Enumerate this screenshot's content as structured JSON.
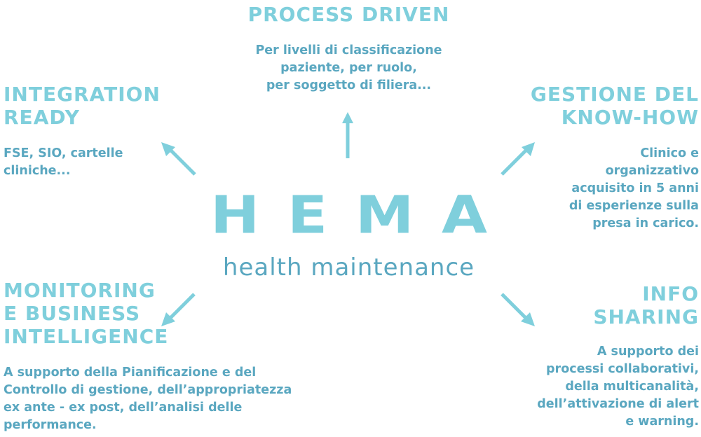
{
  "logo": {
    "letters": [
      "H",
      "E",
      "M",
      "A"
    ],
    "tagline": "health maintenance"
  },
  "top": {
    "title": "PROCESS DRIVEN",
    "description": "Per livelli di classificazione\npaziente, per ruolo,\nper soggetto di filiera..."
  },
  "left_top": {
    "title": "INTEGRATION\nREADY",
    "description": "FSE, SIO, cartelle\ncliniche..."
  },
  "right_top": {
    "title": "GESTIONE DEL\nKNOW-HOW",
    "description": "Clinico e\norganizzativo\nacquisito in 5 anni\ndi esperienze sulla\npresa in carico."
  },
  "left_bottom": {
    "title": "MONITORING\nE BUSINESS\nINTELLIGENCE",
    "description": "A supporto della Pianificazione e del\nControllo di gestione, dell’appropriatezza\nex ante - ex post, dell’analisi delle\nperformance."
  },
  "right_bottom": {
    "title": "INFO\nSHARING",
    "description": "A supporto dei\nprocessi collaborativi,\ndella multicanalità,\ndell’attivazione di alert\ne warning."
  },
  "colors": {
    "heading": "#7fcfdc",
    "body": "#5aa7c0",
    "arrow": "#7fcfdc"
  },
  "icons": [
    "arrow-up-icon",
    "arrow-up-left-icon",
    "arrow-up-right-icon",
    "arrow-down-left-icon",
    "arrow-down-right-icon"
  ]
}
